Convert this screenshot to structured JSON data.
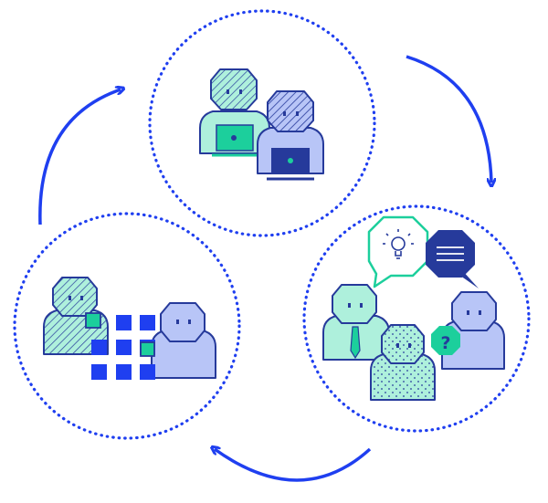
{
  "diagram": {
    "colors": {
      "blue": "#1f3ff0",
      "dark_blue": "#263a9b",
      "mint": "#aef0dc",
      "teal": "#1ccf9c",
      "periwinkle": "#b8c5f7",
      "white": "#ffffff"
    },
    "stages": [
      {
        "name": "collaborating-at-laptops",
        "icons": [
          "person-icon",
          "laptop-icon"
        ]
      },
      {
        "name": "discussing-ideas",
        "icons": [
          "lightbulb-icon",
          "document-icon",
          "question-icon",
          "tie-icon"
        ]
      },
      {
        "name": "organizing-work",
        "icons": [
          "person-icon",
          "grid-icon"
        ]
      }
    ],
    "flow": [
      "stage-1",
      "stage-2",
      "stage-3",
      "stage-1"
    ],
    "help_symbol": "?"
  }
}
